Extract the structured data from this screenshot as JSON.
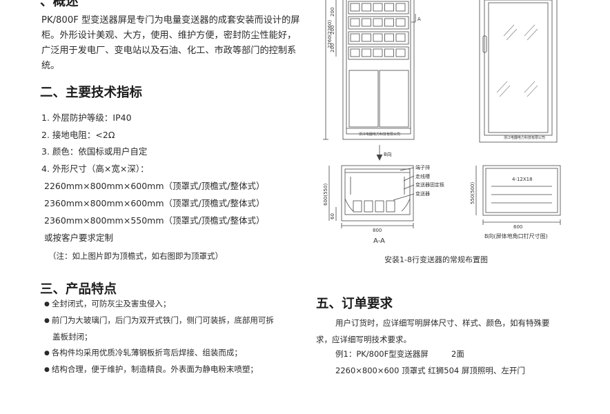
{
  "section1": {
    "title_partial": "、概述",
    "intro": "PK/800F 型变送器屏是专门为电量变送器的成套安装而设计的屏柜。外形设计美观、大方，使用、维护方便，密封防尘性能好，广泛用于发电厂、变电站以及石油、化工、市政等部门的控制系统。"
  },
  "section2": {
    "title": "二、主要技术指标",
    "items": [
      "1.  外层防护等级：IP40",
      "2.  接地电阻：<2Ω",
      "3.  颜色：依国标或用户自定",
      "4.  外形尺寸（高×宽×深）："
    ],
    "sizes": [
      "2260mm×800mm×600mm（顶罩式/顶檐式/整体式）",
      "2360mm×800mm×600mm（顶罩式/顶檐式/整体式）",
      "2360mm×800mm×550mm（顶罩式/顶檐式/整体式）"
    ],
    "custom": "或按客户要求定制",
    "note": "（注：如上图片即为顶檐式，如右图即为顶罩式）"
  },
  "section3": {
    "title": "三、产品特点",
    "features": [
      "全封闭式，可防灰尘及害虫侵入；",
      "前门为大玻璃门，后门为双开式铁门，侧门可装拆，底部用可拆",
      "盖板封闭；",
      "各构件均采用优质冷轧薄钢板折弯后焊接、组装而成；",
      "结构合理，便于维护，制造精良。外表面为静电粉末喷塑；"
    ]
  },
  "section5": {
    "title": "五、订单要求",
    "line1": "用户订货时，应详细写明屏体尺寸、样式、颜色，如有特殊要",
    "line2": "求，应详细写明技术要求。",
    "example_label": "例1：PK/800F型变送器屏",
    "example_qty": "2面",
    "example_spec": "2260×800×600 顶罩式  红狮504  屏顶照明、左开门"
  },
  "drawing": {
    "dim_height": "2260(2360)",
    "dim_200": "200",
    "label_a": "A",
    "label_b_arrow": "B向",
    "nameplate": "浙江电器电力科技有限公司",
    "callout_terminal": "端子排",
    "callout_trunking": "走线槽",
    "callout_bracket": "变送器固定板",
    "callout_transmitter": "变送器",
    "dim_depth": "600(550)",
    "dim_60": "60",
    "dim_800": "800",
    "label_aa": "A-A",
    "base_slot": "4-12X18",
    "dim_depth2": "550(500)",
    "dim_600": "600",
    "label_b_caption": "B向(屏体地角口钉尺寸图)",
    "caption": "安装1-8行变送器的常规布置图"
  }
}
